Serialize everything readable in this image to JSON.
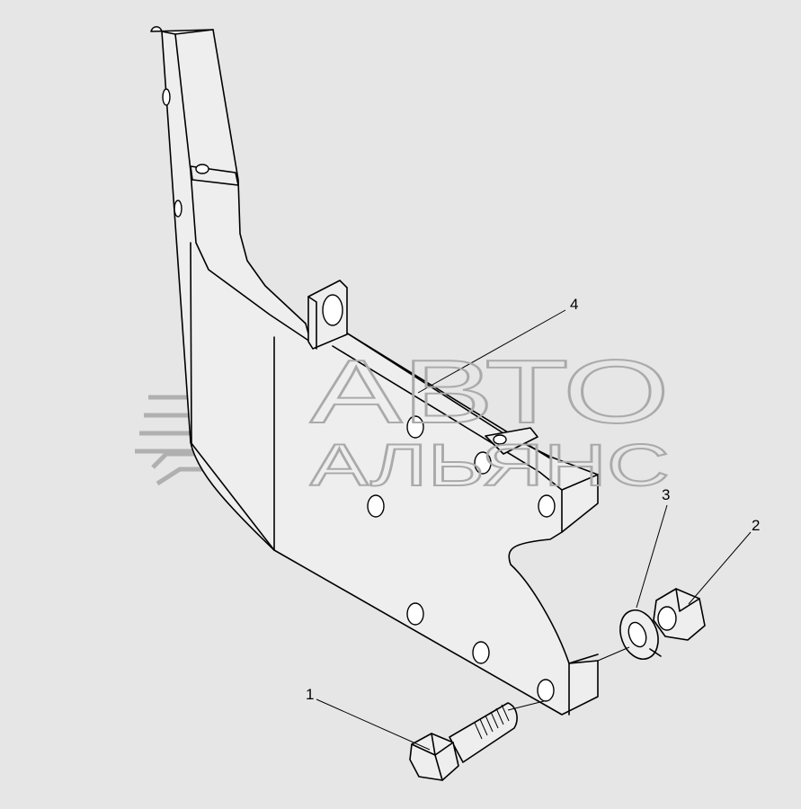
{
  "diagram": {
    "callouts": [
      {
        "id": "1",
        "label": "1"
      },
      {
        "id": "2",
        "label": "2"
      },
      {
        "id": "3",
        "label": "3"
      },
      {
        "id": "4",
        "label": "4"
      }
    ]
  },
  "watermark": {
    "line1": "АВТО",
    "line2": "АЛЬЯНС"
  },
  "colors": {
    "background": "#e6e6e6",
    "line": "#000000",
    "watermark": "#aaaaaa"
  }
}
